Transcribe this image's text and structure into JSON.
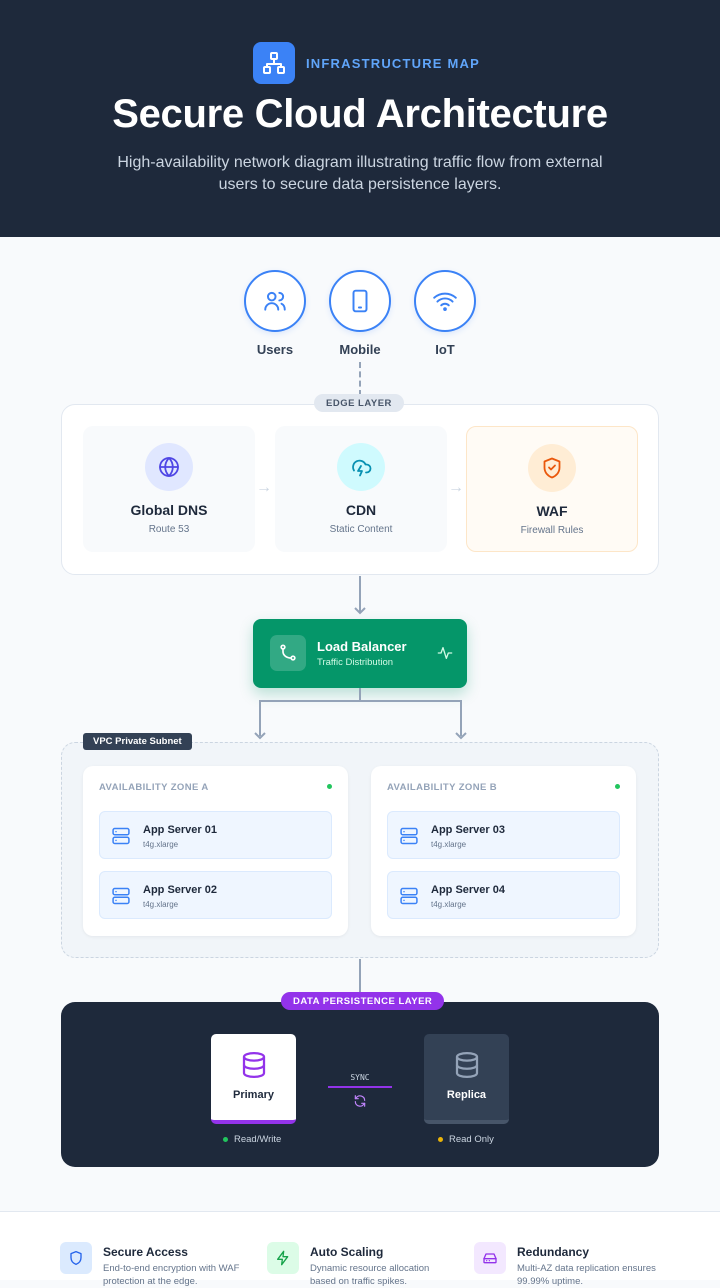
{
  "header": {
    "kicker": "INFRASTRUCTURE MAP",
    "title": "Secure Cloud Architecture",
    "subtitle": "High-availability network diagram illustrating traffic flow from external users to secure data persistence layers."
  },
  "actors": [
    {
      "label": "Users",
      "icon": "users-icon"
    },
    {
      "label": "Mobile",
      "icon": "smartphone-icon"
    },
    {
      "label": "IoT",
      "icon": "wifi-icon"
    }
  ],
  "edge_layer": {
    "label": "EDGE LAYER",
    "cards": [
      {
        "name": "Global DNS",
        "desc": "Route 53",
        "icon": "globe-icon",
        "color": "#4f46e5"
      },
      {
        "name": "CDN",
        "desc": "Static Content",
        "icon": "cloud-lightning-icon",
        "color": "#0891b2"
      },
      {
        "name": "WAF",
        "desc": "Firewall Rules",
        "icon": "shield-icon",
        "color": "#ea580c"
      }
    ]
  },
  "load_balancer": {
    "title": "Load Balancer",
    "subtitle": "Traffic Distribution",
    "color": "#059669"
  },
  "vpc": {
    "label": "VPC Private Subnet",
    "zones": [
      {
        "title": "AVAILABILITY ZONE A",
        "servers": [
          {
            "name": "App Server 01",
            "type": "t4g.xlarge"
          },
          {
            "name": "App Server 02",
            "type": "t4g.xlarge"
          }
        ]
      },
      {
        "title": "AVAILABILITY ZONE B",
        "servers": [
          {
            "name": "App Server 03",
            "type": "t4g.xlarge"
          },
          {
            "name": "App Server 04",
            "type": "t4g.xlarge"
          }
        ]
      }
    ]
  },
  "data_layer": {
    "label": "DATA PERSISTENCE LAYER",
    "primary": {
      "name": "Primary",
      "mode": "Read/Write",
      "status_color": "#22c55e"
    },
    "replica": {
      "name": "Replica",
      "mode": "Read Only",
      "status_color": "#eab308"
    },
    "sync_label": "SYNC",
    "accent": "#9333ea"
  },
  "features": [
    {
      "title": "Secure Access",
      "desc": "End-to-end encryption with WAF protection at the edge.",
      "icon": "shield-icon"
    },
    {
      "title": "Auto Scaling",
      "desc": "Dynamic resource allocation based on traffic spikes.",
      "icon": "zap-icon"
    },
    {
      "title": "Redundancy",
      "desc": "Multi-AZ data replication ensures 99.99% uptime.",
      "icon": "hard-drive-icon"
    }
  ]
}
